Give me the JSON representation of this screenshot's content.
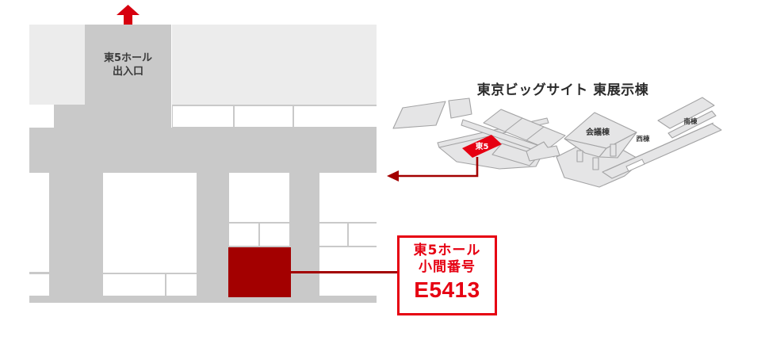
{
  "colors": {
    "light_gray": "#ececec",
    "mid_gray": "#c9c9c9",
    "booth_red": "#a30000",
    "accent_red": "#e60012",
    "arrow_red": "#d7000f",
    "map_fill": "#e5e5e6",
    "map_stroke": "#a3a3a4",
    "text_dark": "#3a3a3a",
    "title_color": "#2b2b2b",
    "white": "#ffffff"
  },
  "floor_plan": {
    "entrance": {
      "line1": "東5ホール",
      "line2": "出入口"
    }
  },
  "overview": {
    "title": "東京ビッグサイト 東展示棟",
    "hall_marker": "東5",
    "labels": {
      "conference": "会議棟",
      "west": "西棟",
      "south": "南棟"
    }
  },
  "booth_callout": {
    "hall": "東5ホール",
    "caption": "小間番号",
    "number": "E5413"
  }
}
